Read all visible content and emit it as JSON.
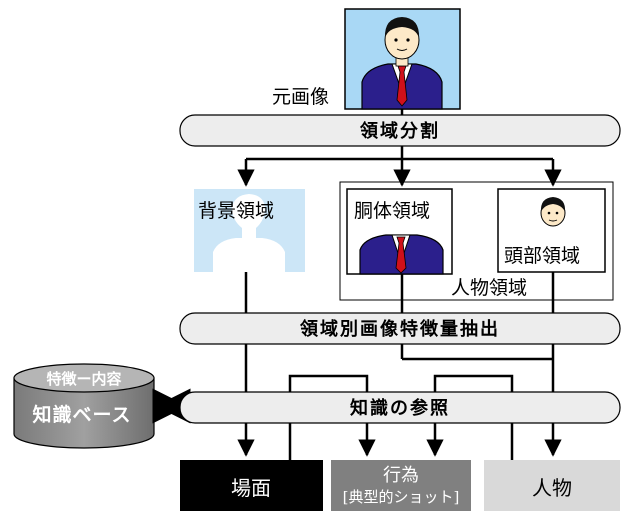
{
  "labels": {
    "original_image": "元画像",
    "region_split": "領域分割",
    "background_region": "背景領域",
    "torso_region": "胴体領域",
    "head_region": "頭部領域",
    "person_region": "人物領域",
    "feature_extraction": "領域別画像特徴量抽出",
    "database_title": "特徴ー内容",
    "database_body": "知識ベース",
    "knowledge_ref": "知識の参照",
    "out_scene": "場面",
    "out_action": "行為",
    "out_action_sub": "[典型的ショット]",
    "out_person": "人物"
  },
  "colors": {
    "photo_bg": "#a9d8f5",
    "light_blue": "#cce6f7",
    "suit": "#2b1f8c",
    "tie": "#d0101a",
    "skin": "#fde9c8",
    "hair": "#111111",
    "bar_fill": "#ededed",
    "db_fill": "#8c8c8c",
    "out_scene": "#000000",
    "out_action": "#808080",
    "out_person": "#d9d9d9"
  }
}
